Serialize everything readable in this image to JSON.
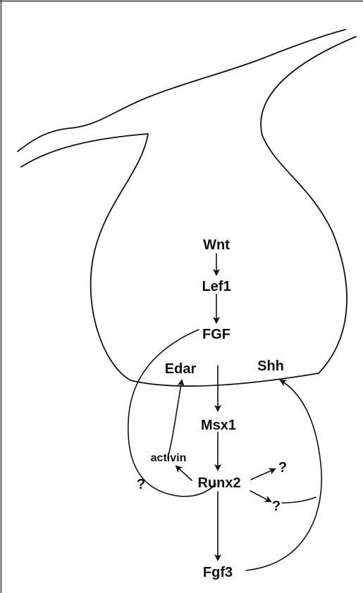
{
  "nodes": {
    "wnt": "Wnt",
    "lef1": "Lef1",
    "fgf": "FGF",
    "edar": "Edar",
    "shh": "Shh",
    "msx1": "Msx1",
    "activin": "activin",
    "runx2": "Runx2",
    "q_left": "?",
    "q_right_upper": "?",
    "q_right_lower": "?",
    "fgf3": "Fgf3"
  }
}
